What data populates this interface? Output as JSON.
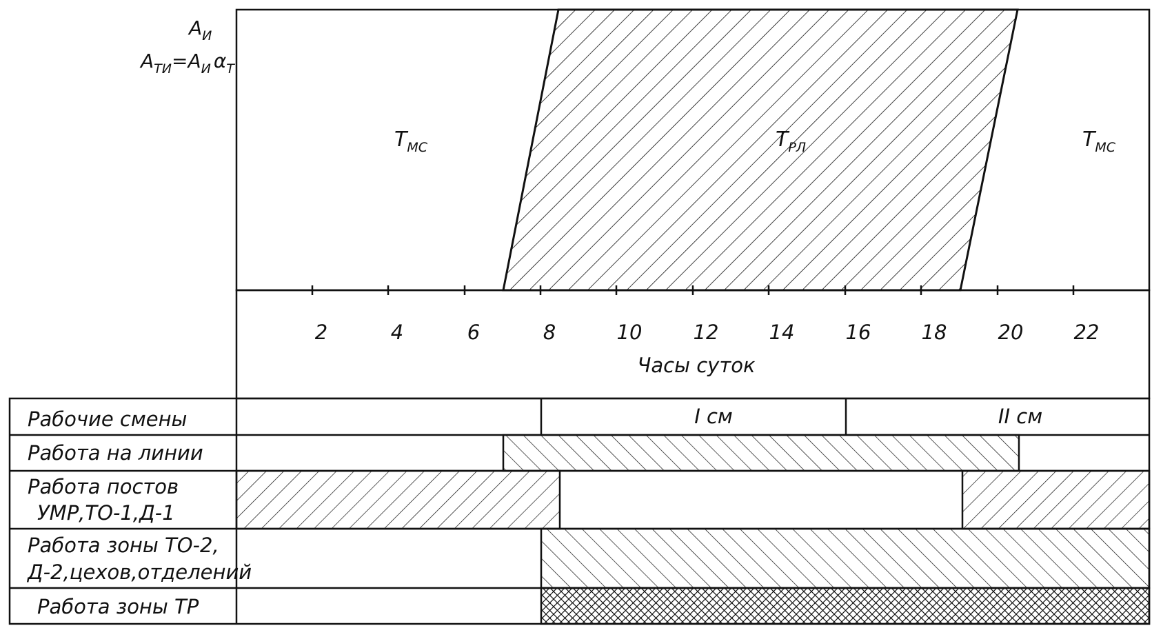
{
  "legend": {
    "line1_main": "A",
    "line1_sub": "И",
    "line2_a": "A",
    "line2_a_sub": "ТИ",
    "line2_eq": "=A",
    "line2_b_sub": "И",
    "line2_alpha": "α",
    "line2_alpha_sub": "Т"
  },
  "zones": {
    "left_main": "T",
    "left_sub": "МС",
    "mid_main": "T",
    "mid_sub": "РЛ",
    "right_main": "T",
    "right_sub": "МС"
  },
  "axis": {
    "ticks": [
      "2",
      "4",
      "6",
      "8",
      "10",
      "12",
      "14",
      "16",
      "18",
      "20",
      "22"
    ],
    "xlabel": "Часы суток"
  },
  "rows": [
    {
      "label_lines": [
        "Рабочие смены"
      ]
    },
    {
      "label_lines": [
        "Работа на линии"
      ]
    },
    {
      "label_lines": [
        "Работа постов",
        "УМР,ТО-1,Д-1"
      ]
    },
    {
      "label_lines": [
        "Работа зоны ТО-2,",
        "Д-2,цехов,отделений"
      ]
    },
    {
      "label_lines": [
        "Работа зоны ТР"
      ]
    }
  ],
  "shifts": {
    "first": "I см",
    "second": "II см"
  },
  "intervals": {
    "line_work": [
      7,
      20.5
    ],
    "posts_work": [
      [
        0,
        8.5
      ],
      [
        19,
        24
      ]
    ],
    "to2_work": [
      8,
      24
    ],
    "tr_work": [
      8,
      24
    ],
    "shift_boundaries": [
      8,
      16
    ]
  }
}
